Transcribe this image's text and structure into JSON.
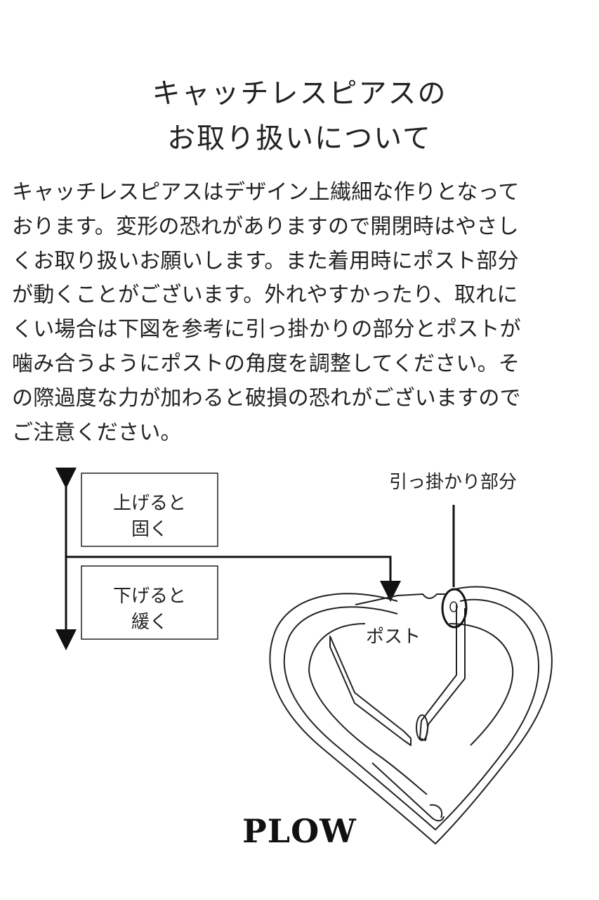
{
  "title": {
    "line1": "キャッチレスピアスの",
    "line2": "お取り扱いについて"
  },
  "body": {
    "lines": [
      "キャッチレスピアスはデザイン上繊細な作りとなって",
      "おります。変形の恐れがありますので開閉時はやさし",
      "くお取り扱いお願いします。また着用時にポスト部分",
      "が動くことがございます。外れやすかったり、取れに",
      "くい場合は下図を参考に引っ掛かりの部分とポストが",
      "噛み合うようにポストの角度を調整してください。そ",
      "の際過度な力が加わると破損の恐れがございますので",
      "ご注意ください。"
    ]
  },
  "diagram": {
    "box_up": {
      "line1": "上げると",
      "line2": "固く"
    },
    "box_down": {
      "line1": "下げると",
      "line2": "緩く"
    },
    "hook_label": "引っ掛かり部分",
    "post_label": "ポスト"
  },
  "brand": "PLOW"
}
